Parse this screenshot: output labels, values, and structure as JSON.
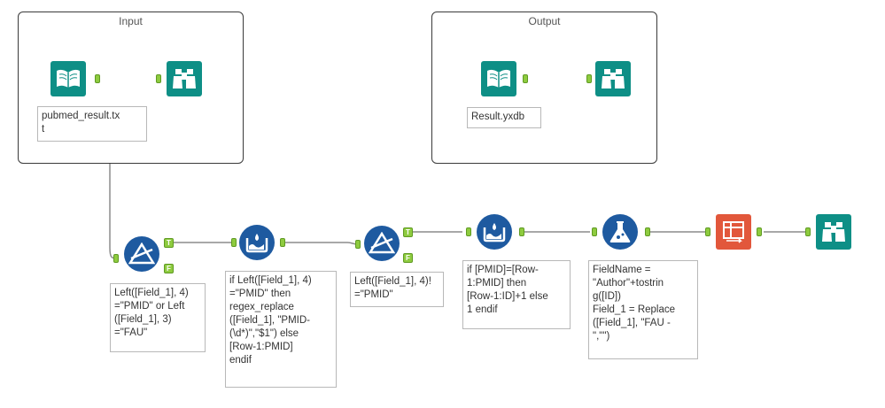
{
  "containers": {
    "input_title": "Input",
    "output_title": "Output"
  },
  "annotations": {
    "input_file": "pubmed_result.tx\nt",
    "output_file": "Result.yxdb",
    "filter1": "Left([Field_1], 4)\n=\"PMID\" or Left\n([Field_1], 3)\n=\"FAU\"",
    "formula1": "if Left([Field_1], 4)\n=\"PMID\" then\nregex_replace\n([Field_1], \"PMID-\n(\\d*)\",\"$1\") else\n[Row-1:PMID]\nendif",
    "filter2": "Left([Field_1], 4)!\n=\"PMID\"",
    "formula2": "if [PMID]=[Row-\n1:PMID] then\n[Row-1:ID]+1 else\n1 endif",
    "formula3": "FieldName =\n\"Author\"+tostrin\ng([ID])\nField_1 = Replace\n([Field_1], \"FAU -\n\",\"\")"
  },
  "badges": {
    "true": "T",
    "false": "F"
  },
  "icons": {
    "input_tool": "book-icon",
    "browse_tool": "binoculars-icon",
    "filter_tool": "filter-icon",
    "multirow_tool": "multi-row-formula-icon",
    "formula_tool": "formula-flask-icon",
    "crosstab_tool": "cross-tab-icon"
  },
  "colors": {
    "teal": "#0e8f86",
    "navy": "#1e5aa0",
    "orange": "#e2573b",
    "anchor_green": "#8ecb3f",
    "wire": "#8c8c8c"
  }
}
